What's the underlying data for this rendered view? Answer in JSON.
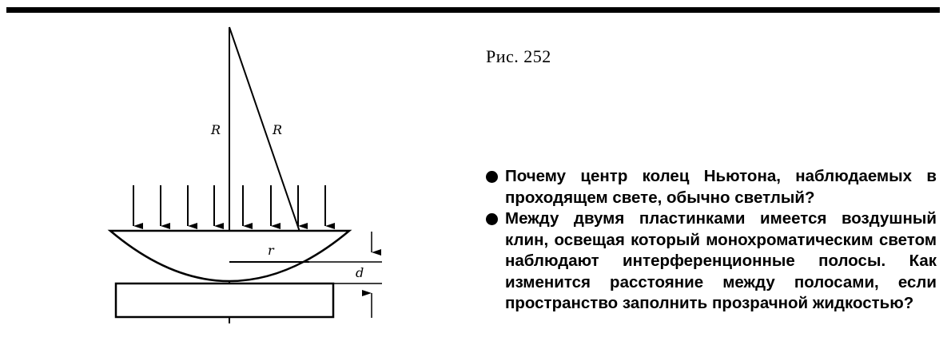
{
  "figure": {
    "caption": "Рис. 252",
    "label_R_vertical": "R",
    "label_R_slanted": "R",
    "label_r": "r",
    "label_d": "d"
  },
  "questions": [
    {
      "text": "Почему центр колец Ньютона, наблюдаемых в проходящем свете, обычно светлый?"
    },
    {
      "text": "Между двумя пластинками имеется воздушный клин, освещая который монохроматическим светом наблюдают интерференционные полосы. Как изменится расстояние между полосами, если пространство заполнить прозрачной жидкостью?"
    }
  ]
}
